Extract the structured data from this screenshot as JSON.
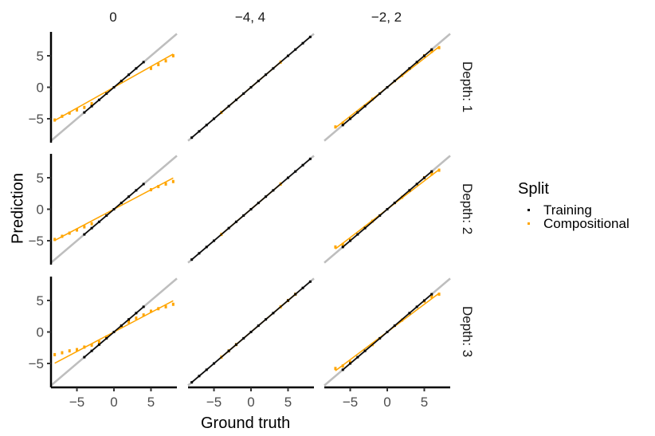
{
  "chart_data": {
    "type": "line",
    "title": "",
    "xlabel": "Ground truth",
    "ylabel": "Prediction",
    "column_facets": [
      "0",
      "−4, 4",
      "−2, 2"
    ],
    "row_facets": [
      "Depth: 1",
      "Depth: 2",
      "Depth: 3"
    ],
    "x_ticks": [
      -5,
      0,
      5
    ],
    "y_ticks": [
      -5,
      0,
      5
    ],
    "xlim": [
      -8.5,
      8.5
    ],
    "ylim": [
      -8.8,
      8.8
    ],
    "legend": {
      "title": "Split",
      "entries": [
        {
          "name": "Training",
          "color": "#000000"
        },
        {
          "name": "Compositional",
          "color": "#FFA500"
        }
      ]
    },
    "reference_line": {
      "slope": 1,
      "intercept": 0,
      "color": "#BEBEBE"
    },
    "panels": [
      {
        "row": 0,
        "col": 0,
        "training": {
          "x": [
            -4,
            -3,
            -2,
            -1,
            0,
            1,
            2,
            3,
            4
          ],
          "y": [
            -4,
            -3,
            -2,
            -1,
            0,
            1,
            2,
            3,
            4
          ]
        },
        "compositional": {
          "x": [
            -8,
            -7,
            -6,
            -5,
            -4,
            -3,
            5,
            6,
            7,
            8
          ],
          "y": [
            -5.2,
            -4.6,
            -4.1,
            -3.6,
            -3.2,
            -2.6,
            3.0,
            3.6,
            4.2,
            5.0
          ],
          "fit_slope": 0.66,
          "fit_intercept": 0
        }
      },
      {
        "row": 0,
        "col": 1,
        "training": {
          "x": [
            -8,
            -7,
            -6,
            -5,
            -3,
            -2,
            -1,
            0,
            1,
            2,
            3,
            5,
            6,
            7,
            8
          ],
          "y": [
            -8,
            -7,
            -6,
            -5,
            -3,
            -2,
            -1,
            0,
            1,
            2,
            3,
            5,
            6,
            7,
            8
          ]
        },
        "compositional": {
          "x": [
            -4,
            4
          ],
          "y": [
            -4,
            4
          ],
          "fit_slope": 1.0,
          "fit_intercept": 0
        }
      },
      {
        "row": 0,
        "col": 2,
        "training": {
          "x": [
            -6,
            -5,
            -4,
            -3,
            -1,
            0,
            1,
            3,
            4,
            5,
            6
          ],
          "y": [
            -6,
            -5,
            -4,
            -3,
            -1,
            0,
            1,
            3,
            4,
            5,
            6
          ]
        },
        "compositional": {
          "x": [
            -7,
            -6,
            -5,
            -2,
            2,
            5,
            6,
            7
          ],
          "y": [
            -6.3,
            -5.7,
            -4.9,
            -1.9,
            1.9,
            5.0,
            5.7,
            6.3
          ],
          "fit_slope": 0.92,
          "fit_intercept": 0
        }
      },
      {
        "row": 1,
        "col": 0,
        "training": {
          "x": [
            -4,
            -3,
            -2,
            -1,
            0,
            1,
            2,
            3,
            4
          ],
          "y": [
            -4,
            -3,
            -2,
            -1,
            0,
            1,
            2,
            3,
            4
          ]
        },
        "compositional": {
          "x": [
            -8,
            -7,
            -6,
            -5,
            -4,
            -3,
            5,
            6,
            7,
            8
          ],
          "y": [
            -4.8,
            -4.3,
            -3.8,
            -3.3,
            -2.8,
            -2.3,
            3.1,
            3.6,
            4.0,
            4.4
          ],
          "fit_slope": 0.62,
          "fit_intercept": 0
        }
      },
      {
        "row": 1,
        "col": 1,
        "training": {
          "x": [
            -8,
            -7,
            -6,
            -5,
            -3,
            -2,
            -1,
            0,
            1,
            2,
            3,
            5,
            6,
            7,
            8
          ],
          "y": [
            -8,
            -7,
            -6,
            -5,
            -3,
            -2,
            -1,
            0,
            1,
            2,
            3,
            5,
            6,
            7,
            8
          ]
        },
        "compositional": {
          "x": [
            -4,
            4
          ],
          "y": [
            -4,
            4
          ],
          "fit_slope": 1.0,
          "fit_intercept": 0
        }
      },
      {
        "row": 1,
        "col": 2,
        "training": {
          "x": [
            -6,
            -5,
            -4,
            -3,
            -1,
            0,
            1,
            3,
            4,
            5,
            6
          ],
          "y": [
            -6,
            -5,
            -4,
            -3,
            -1,
            0,
            1,
            3,
            4,
            5,
            6
          ]
        },
        "compositional": {
          "x": [
            -7,
            -6,
            -5,
            -2,
            2,
            5,
            6,
            7
          ],
          "y": [
            -6.0,
            -5.6,
            -4.9,
            -1.9,
            1.9,
            5.0,
            5.6,
            6.2
          ],
          "fit_slope": 0.9,
          "fit_intercept": 0
        }
      },
      {
        "row": 2,
        "col": 0,
        "training": {
          "x": [
            -4,
            -3,
            -2,
            -1,
            0,
            1,
            2,
            3,
            4
          ],
          "y": [
            -4,
            -3,
            -2,
            -1,
            0,
            1,
            2,
            3,
            4
          ]
        },
        "compositional": {
          "x": [
            -8,
            -7,
            -6,
            -5,
            -4,
            -3,
            -2,
            -1,
            1,
            2,
            3,
            4,
            5,
            6,
            7,
            8
          ],
          "y": [
            -3.6,
            -3.3,
            -3.0,
            -2.8,
            -2.4,
            -2.1,
            -1.6,
            -0.8,
            0.9,
            1.6,
            2.2,
            2.7,
            3.3,
            3.7,
            4.0,
            4.4
          ],
          "fit_slope": 0.62,
          "fit_intercept": 0
        }
      },
      {
        "row": 2,
        "col": 1,
        "training": {
          "x": [
            -8,
            -7,
            -6,
            -5,
            -3,
            -2,
            -1,
            0,
            1,
            2,
            3,
            5,
            6,
            7,
            8
          ],
          "y": [
            -8,
            -7,
            -6,
            -5,
            -3,
            -2,
            -1,
            0,
            1,
            2,
            3,
            5,
            6,
            7,
            8
          ]
        },
        "compositional": {
          "x": [
            -4,
            -3,
            -2,
            4,
            5,
            6
          ],
          "y": [
            -4,
            -3,
            -2,
            4,
            5,
            6
          ],
          "fit_slope": 1.0,
          "fit_intercept": 0
        }
      },
      {
        "row": 2,
        "col": 2,
        "training": {
          "x": [
            -6,
            -5,
            -4,
            -3,
            -1,
            0,
            1,
            3,
            4,
            5,
            6
          ],
          "y": [
            -6,
            -5,
            -4,
            -3,
            -1,
            0,
            1,
            3,
            4,
            5,
            6
          ]
        },
        "compositional": {
          "x": [
            -7,
            -6,
            -5,
            -2,
            2,
            5,
            6,
            7
          ],
          "y": [
            -5.8,
            -5.4,
            -4.8,
            -2.0,
            1.9,
            4.9,
            5.6,
            6.0
          ],
          "fit_slope": 0.88,
          "fit_intercept": 0
        }
      }
    ]
  },
  "labels": {
    "col0": "0",
    "col1": "−4, 4",
    "col2": "−2, 2",
    "row0": "Depth: 1",
    "row1": "Depth: 2",
    "row2": "Depth: 3",
    "xlabel": "Ground truth",
    "ylabel": "Prediction",
    "legend_title": "Split",
    "legend_training": "Training",
    "legend_compositional": "Compositional",
    "tick_m5": "−5",
    "tick_0": "0",
    "tick_5": "5"
  }
}
